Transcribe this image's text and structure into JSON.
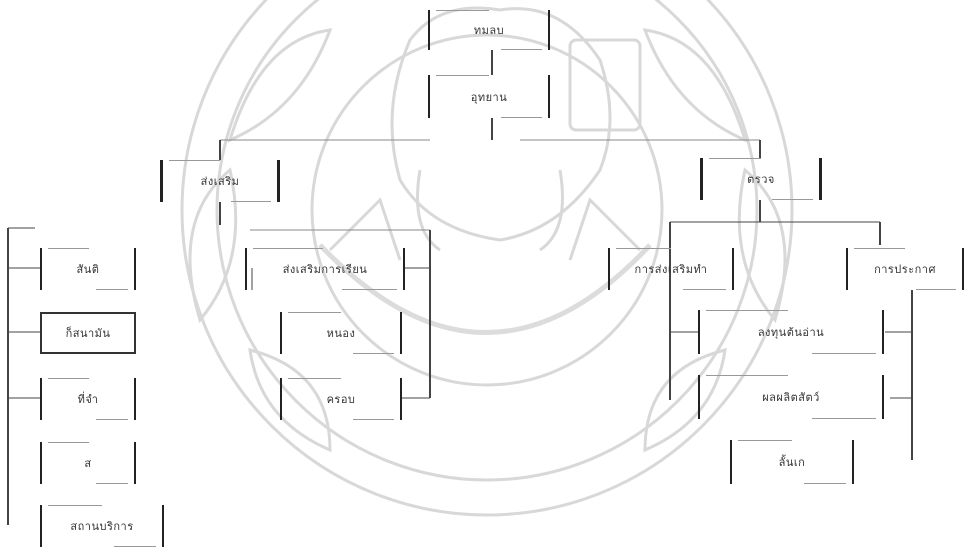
{
  "watermark": {
    "description_color": "#cfcfcf"
  },
  "nodes": {
    "root": "ทมลบ",
    "root2": "อุทยาน",
    "left_main": "ส่งเสริม",
    "right_main": "ตรวจ",
    "left_a": "สันติ",
    "left_b": "ก็สนามัน",
    "left_c": "ที่จำ",
    "left_d": "ส",
    "left_e": "สถานบริการ",
    "mid_a": "ส่งเสริมการเรียน",
    "mid_b": "หนอง",
    "mid_c": "ครอบ",
    "r_a": "การส่งเสริมทำ",
    "r_b": "การประกาศ",
    "r_c": "ลงทุนต้นอ่าน",
    "r_d": "ผลผลิตสัตว์",
    "r_e": "ลั้นเก"
  },
  "colors": {
    "line": "#444444",
    "node_border": "#222222",
    "text": "#333333"
  }
}
